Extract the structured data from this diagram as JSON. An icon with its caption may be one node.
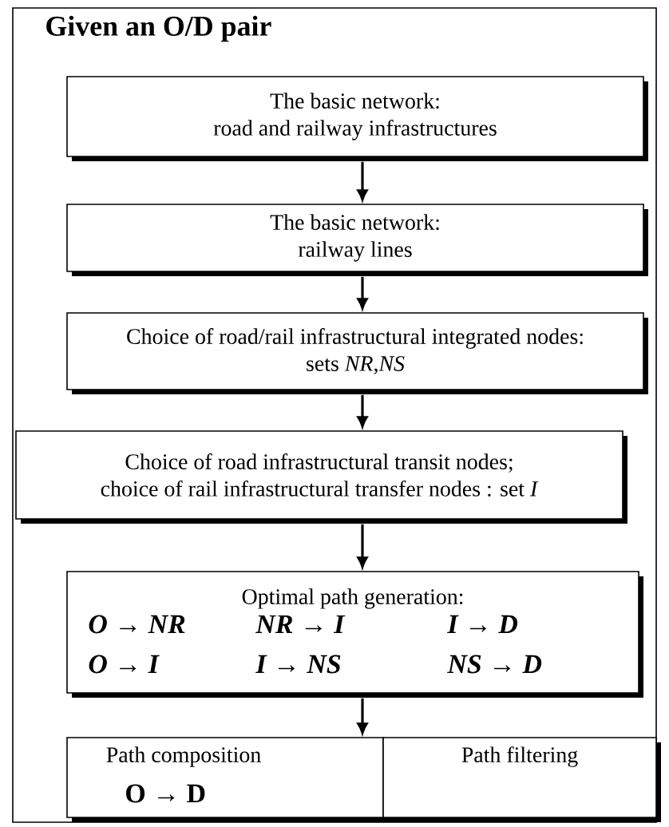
{
  "diagram": {
    "nodes": [
      {
        "text": [
          "Given an O/D pair"
        ]
      },
      {
        "text": [
          "The basic network:",
          "road and railway infrastructures"
        ],
        "in": 0
      },
      {
        "text": [
          "The basic network:",
          "railway lines"
        ],
        "in": 0
      },
      {
        "text": [
          "Choice of road/rail infrastructural integrated nodes:",
          "sets *NR*,*NS*"
        ],
        "in": 0
      },
      {
        "text": [
          "Choice of road infrastructural transit nodes;",
          "choice of rail infrastructural transfer nodes : set *I*"
        ],
        "in": 0
      },
      {
        "text": [
          "Optimal path generation:",
          "O → NR",
          "NR → I",
          "I → D",
          "O → I",
          "I → NS",
          "NS → D"
        ],
        "in": 0
      },
      {
        "text": [
          "Path composition",
          "O → D"
        ],
        "in": 0
      },
      {
        "text": [
          "Path filtering"
        ],
        "in": 0
      }
    ],
    "edges": [
      {
        "from": 1,
        "to": 2,
        "arrow": "to"
      },
      {
        "from": 2,
        "to": 3,
        "arrow": "to"
      },
      {
        "from": 3,
        "to": 4,
        "arrow": "to"
      },
      {
        "from": 4,
        "to": 5,
        "arrow": "to"
      },
      {
        "from": 5,
        "to": 6,
        "arrow": "to"
      }
    ]
  }
}
